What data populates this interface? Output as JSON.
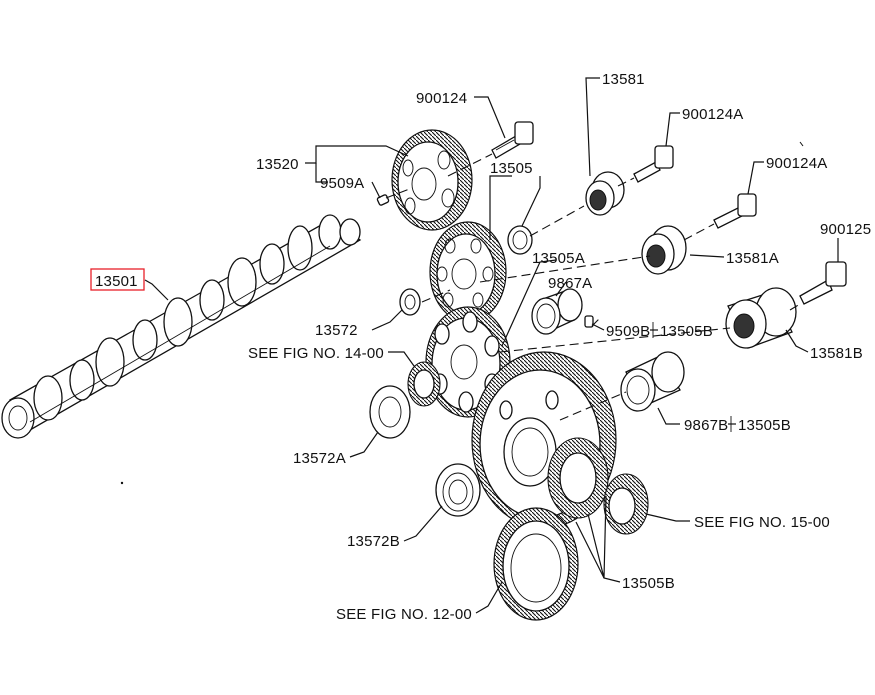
{
  "labels": {
    "camshaft": "13501",
    "gear_13520": "13520",
    "pin_9509a": "9509A",
    "bolt_900124": "900124",
    "bolt_900124a_1": "900124A",
    "bolt_900124a_2": "900124A",
    "bolt_900125": "900125",
    "bushing_13581": "13581",
    "bushing_13581a": "13581A",
    "bushing_13581b": "13581B",
    "gear_13505": "13505",
    "gear_13505a": "13505A",
    "bearing_9867a": "9867A",
    "pin_9509b": "9509B",
    "ref_13505b_pin": "13505B",
    "washer_13572": "13572",
    "see_fig_14": "SEE FIG NO. 14-00",
    "bearing_9867b": "9867B",
    "ref_13505b_bearing": "13505B",
    "washer_13572a": "13572A",
    "seal_13572b": "13572B",
    "see_fig_15": "SEE FIG NO. 15-00",
    "gear_13505b": "13505B",
    "see_fig_12": "SEE FIG NO. 12-00"
  },
  "highlight_color": "#e8202a",
  "line_color": "#111111"
}
